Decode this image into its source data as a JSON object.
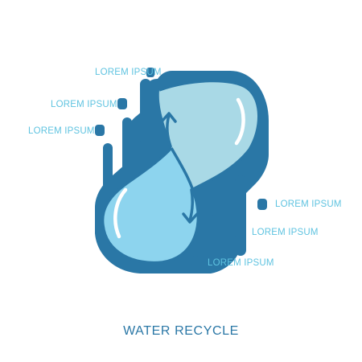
{
  "title": "WATER RECYCLE",
  "labels": [
    "LOREM IPSUM",
    "LOREM IPSUM",
    "LOREM IPSUM",
    "LOREM IPSUM",
    "LOREM IPSUM",
    "LOREM IPSUM"
  ],
  "colors": {
    "dark_blue": "#2a77a6",
    "light_drop": "#a9d9e6",
    "bright_drop": "#8dd4ee",
    "label_text": "#5fc3e0",
    "title_text": "#2a77a6",
    "highlight": "#ffffff"
  },
  "icons": [
    "water-drop-icon",
    "water-drop-icon",
    "arrow-up-icon",
    "arrow-down-icon"
  ]
}
